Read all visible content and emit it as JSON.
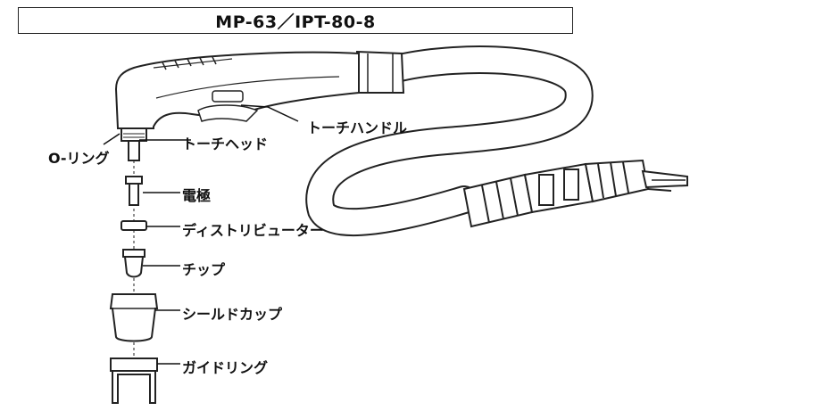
{
  "title": "MP-63／IPT-80-8",
  "labels": {
    "o_ring": "O-リング",
    "torch_head": "トーチヘッド",
    "torch_handle": "トーチハンドル",
    "electrode": "電極",
    "distributor": "ディストリビューター",
    "tip": "チップ",
    "shield_cup": "シールドカップ",
    "guide_ring": "ガイドリング"
  },
  "colors": {
    "line": "#111111",
    "fill": "#ffffff",
    "stroke": "#222222"
  }
}
